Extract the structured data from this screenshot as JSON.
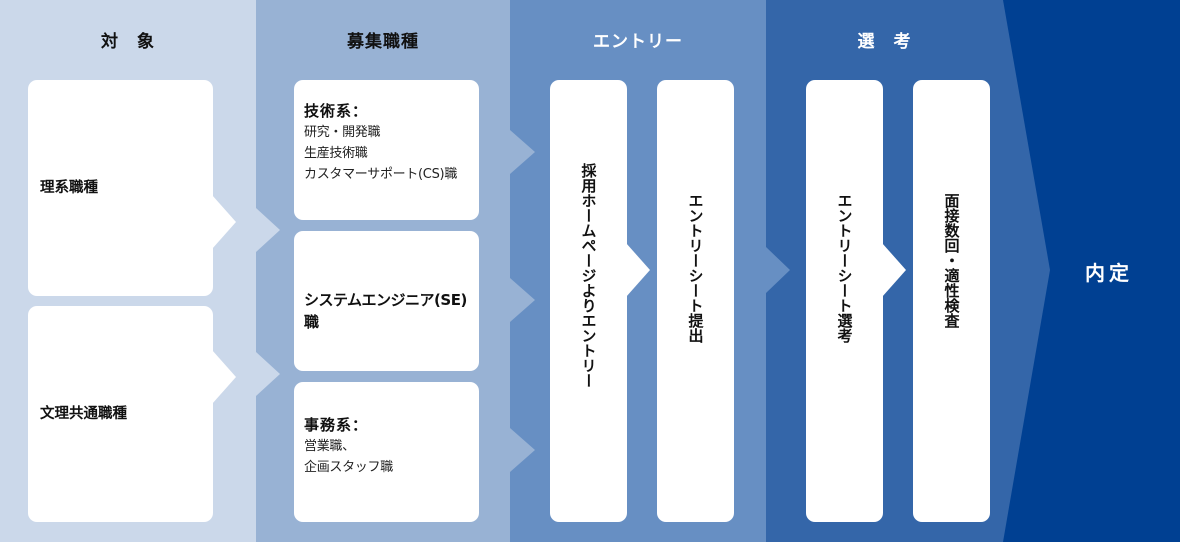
{
  "colors": {
    "col_target": "#cbd8ea",
    "col_jobs": "#98b2d4",
    "col_entry": "#678fc3",
    "col_selection": "#3466a9",
    "col_offer": "#004092",
    "card": "#ffffff",
    "text_dark": "#111111",
    "text_light": "#ffffff"
  },
  "columns": [
    {
      "id": "target",
      "title": "対　象"
    },
    {
      "id": "jobs",
      "title": "募集職種"
    },
    {
      "id": "entry",
      "title": "エントリー"
    },
    {
      "id": "selection",
      "title": "選　考"
    },
    {
      "id": "offer",
      "title": "内定"
    }
  ],
  "target_cards": [
    {
      "label": "理系職種"
    },
    {
      "label": "文理共通職種"
    }
  ],
  "job_cards": [
    {
      "heading": "技術系：",
      "lines": [
        "研究・開発職",
        "生産技術職",
        "カスタマーサポート(CS)職"
      ]
    },
    {
      "heading": "システムエンジニア(SE)職",
      "lines": []
    },
    {
      "heading": "事務系：",
      "lines": [
        "営業職、",
        "企画スタッフ職"
      ]
    }
  ],
  "entry_steps": [
    {
      "label": "採用ホームページよりエントリー"
    },
    {
      "label": "エントリーシート提出"
    }
  ],
  "selection_steps": [
    {
      "label": "エントリーシート選考"
    },
    {
      "label": "面接数回・適性検査"
    }
  ],
  "final": {
    "label": "内定"
  }
}
